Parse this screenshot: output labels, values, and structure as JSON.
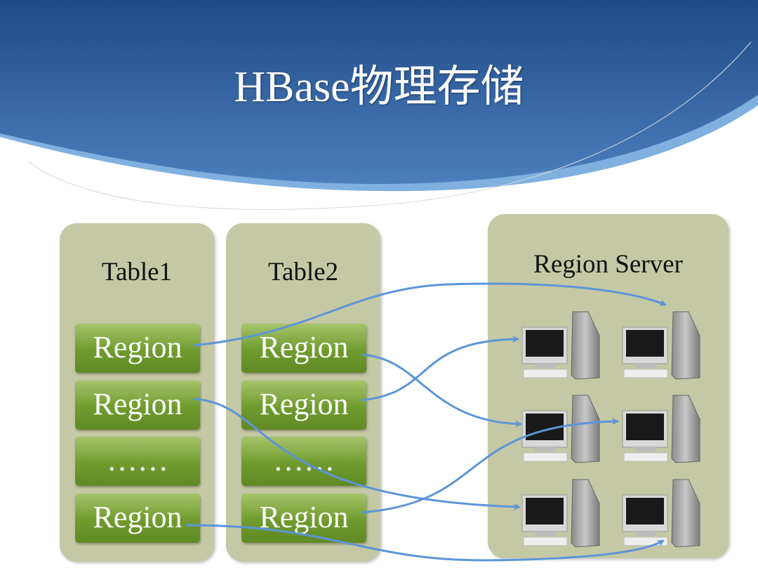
{
  "title": "HBase物理存储",
  "tables": [
    {
      "label": "Table1",
      "regions": [
        "Region",
        "Region",
        "……",
        "Region"
      ]
    },
    {
      "label": "Table2",
      "regions": [
        "Region",
        "Region",
        "……",
        "Region"
      ]
    }
  ],
  "server": {
    "label": "Region Server",
    "computers": 6
  },
  "colors": {
    "header": "#2d5c9c",
    "panel": "#c4c8a4",
    "region": "#7aa33a",
    "arrow": "#5b95d8"
  }
}
